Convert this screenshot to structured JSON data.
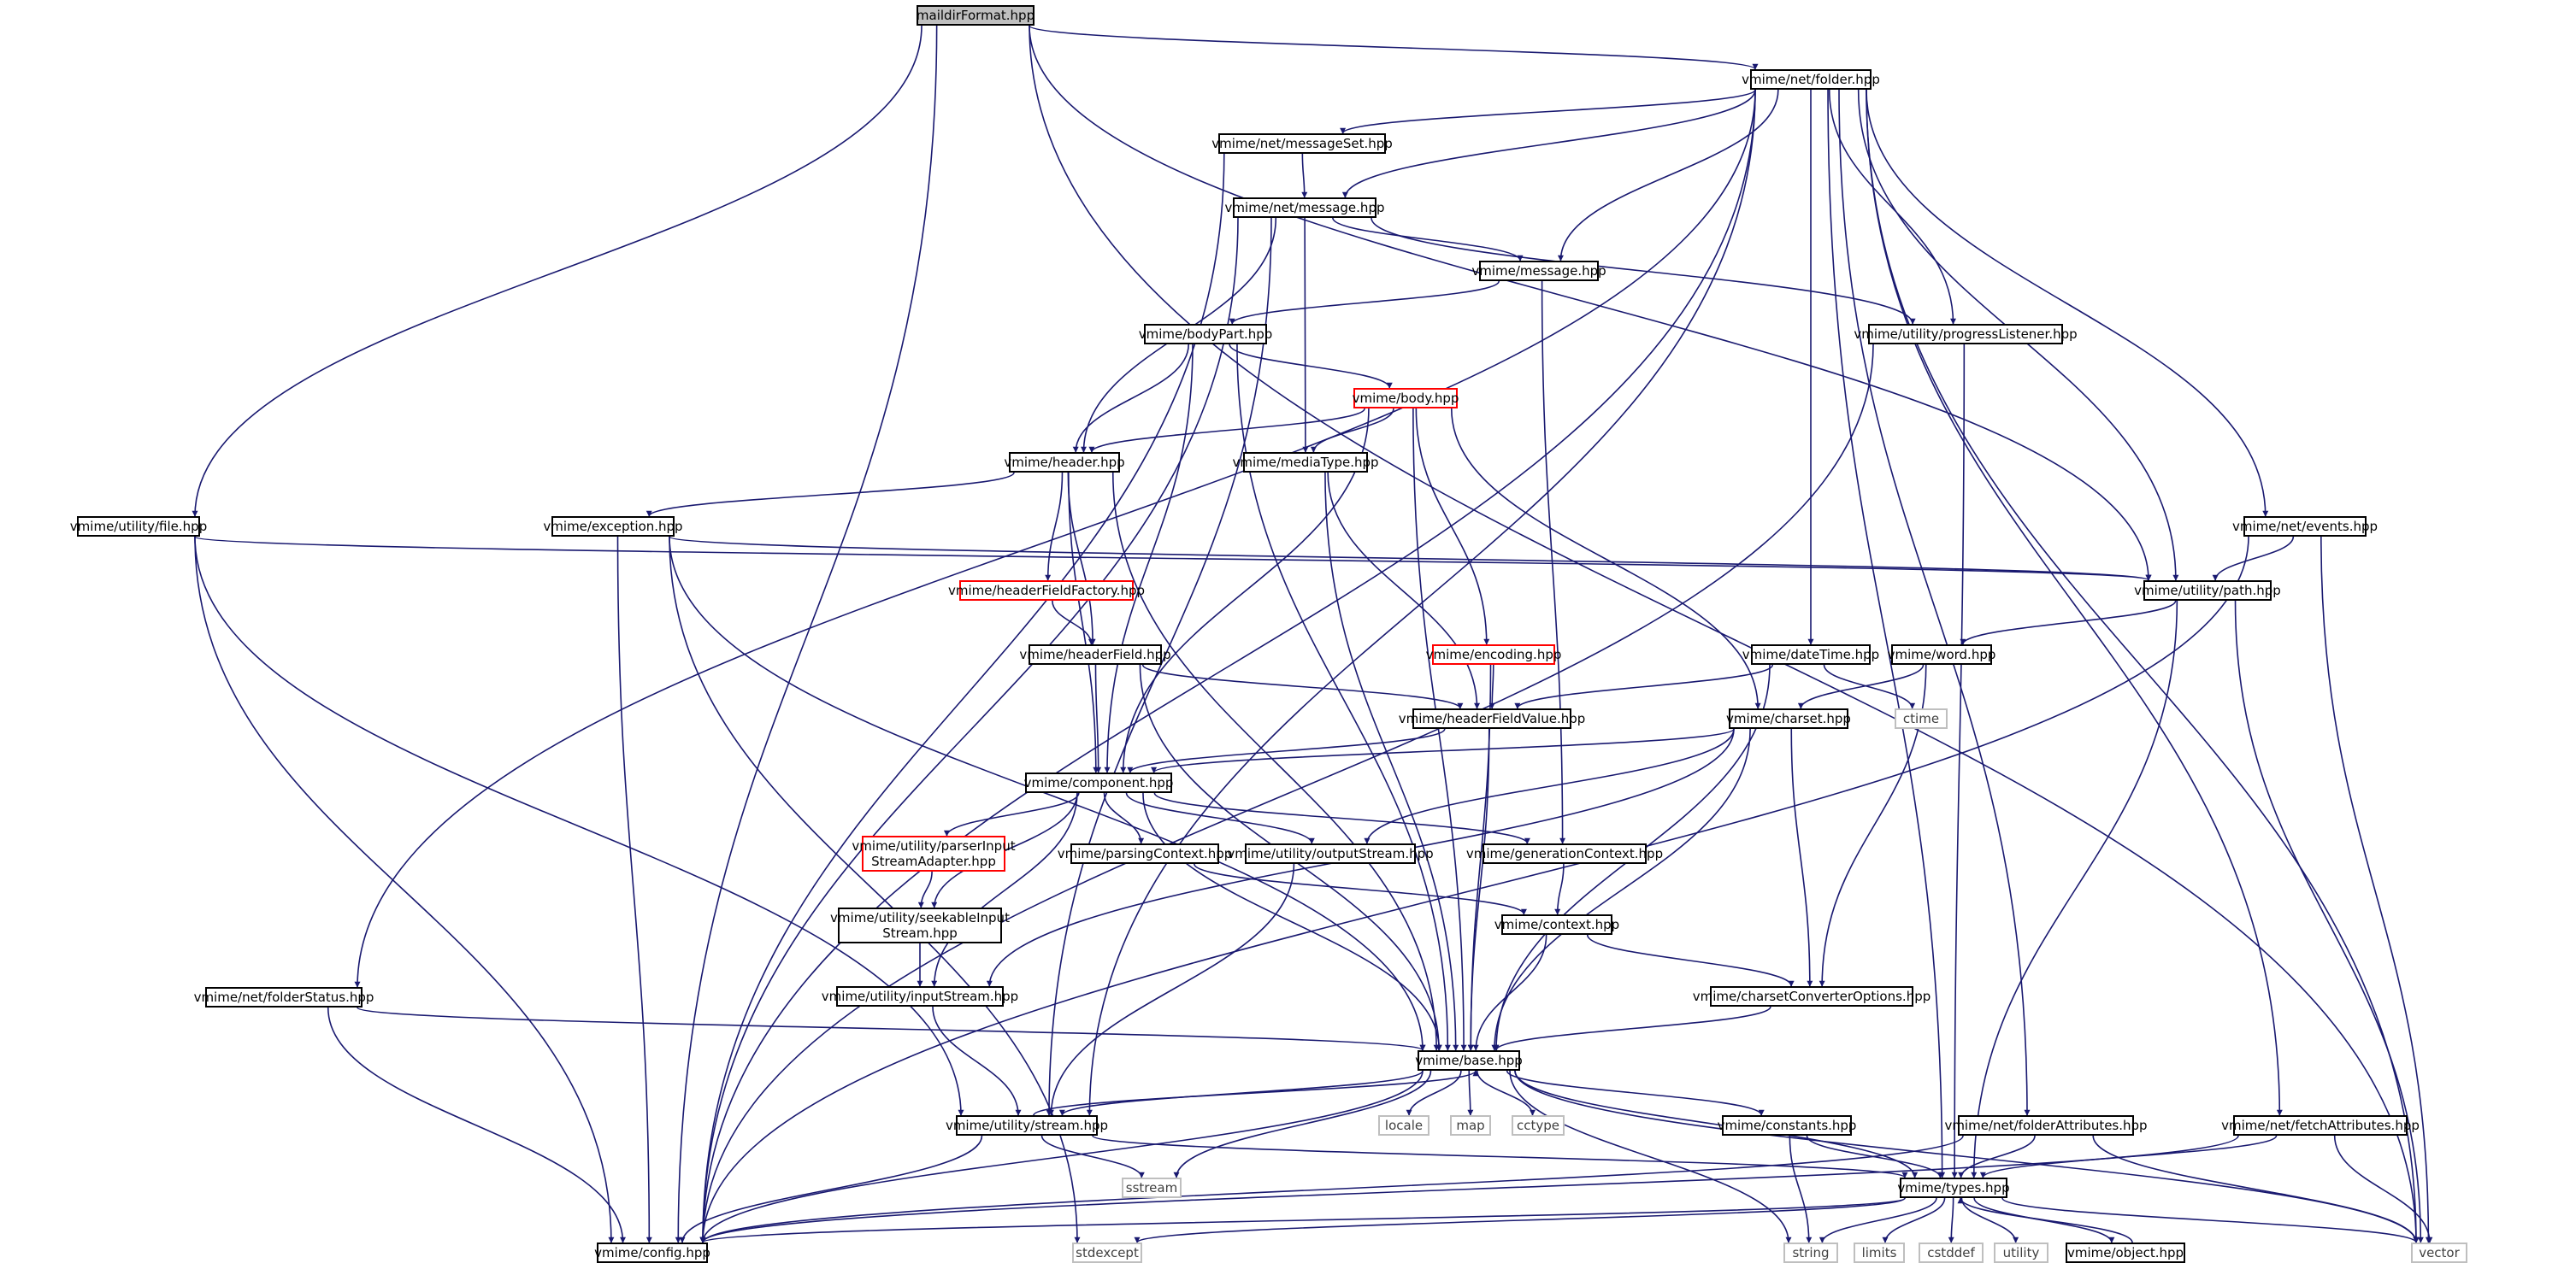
{
  "colors": {
    "edge": "#191970",
    "node_border": "#000000",
    "root_fill": "#bfbfbf",
    "truncated_border": "#ff0000",
    "system_border": "#bfbfbf"
  },
  "nodes": {
    "maildirformat": "maildirFormat.hpp",
    "folder": "vmime/net/folder.hpp",
    "messageset": "vmime/net/messageSet.hpp",
    "netmessage": "vmime/net/message.hpp",
    "message": "vmime/message.hpp",
    "progresslistener": "vmime/utility/progressListener.hpp",
    "bodypart": "vmime/bodyPart.hpp",
    "body": "vmime/body.hpp",
    "header": "vmime/header.hpp",
    "mediatype": "vmime/mediaType.hpp",
    "exception": "vmime/exception.hpp",
    "file": "vmime/utility/file.hpp",
    "events": "vmime/net/events.hpp",
    "path": "vmime/utility/path.hpp",
    "headerfieldfactory": "vmime/headerFieldFactory.hpp",
    "headerfield": "vmime/headerField.hpp",
    "encoding": "vmime/encoding.hpp",
    "datetime": "vmime/dateTime.hpp",
    "word": "vmime/word.hpp",
    "ctime": "ctime",
    "headerfieldvalue": "vmime/headerFieldValue.hpp",
    "charset": "vmime/charset.hpp",
    "component": "vmime/component.hpp",
    "parserinput": "vmime/utility/parserInput\nStreamAdapter.hpp",
    "parsingcontext": "vmime/parsingContext.hpp",
    "outputstream": "vmime/utility/outputStream.hpp",
    "generationcontext": "vmime/generationContext.hpp",
    "seekable": "vmime/utility/seekableInput\nStream.hpp",
    "context": "vmime/context.hpp",
    "folderstatus": "vmime/net/folderStatus.hpp",
    "inputstream": "vmime/utility/inputStream.hpp",
    "charsetconverter": "vmime/charsetConverterOptions.hpp",
    "base": "vmime/base.hpp",
    "stream": "vmime/utility/stream.hpp",
    "locale": "locale",
    "map": "map",
    "cctype": "cctype",
    "constants": "vmime/constants.hpp",
    "folderattributes": "vmime/net/folderAttributes.hpp",
    "fetchattributes": "vmime/net/fetchAttributes.hpp",
    "sstream": "sstream",
    "types": "vmime/types.hpp",
    "config": "vmime/config.hpp",
    "stdexcept": "stdexcept",
    "string": "string",
    "limits": "limits",
    "cstddef": "cstddef",
    "utility": "utility",
    "object": "vmime/object.hpp",
    "vector": "vector"
  }
}
